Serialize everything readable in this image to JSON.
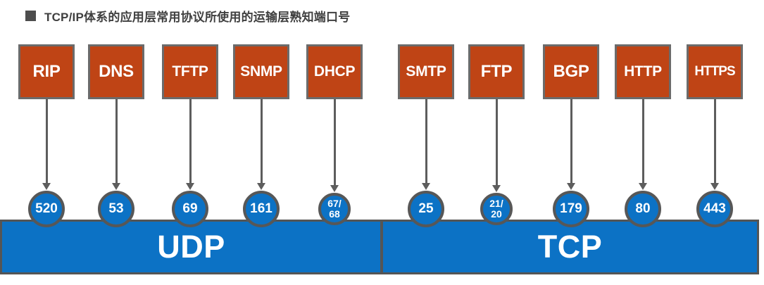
{
  "title": {
    "bullet_icon": "square-bullet-icon",
    "text": "TCP/IP体系的应用层常用协议所使用的运输层熟知端口号"
  },
  "colors": {
    "protocol_box_fill": "#bf4415",
    "protocol_box_border": "#6b6b6b",
    "circle_fill": "#0c72c5",
    "circle_border": "#575757",
    "bar_fill": "#0c72c5",
    "bar_border": "#555555",
    "arrow": "#5d5d5d",
    "title_text": "#3f3f3f",
    "background": "#ffffff"
  },
  "layers": [
    {
      "name": "UDP",
      "label": "UDP"
    },
    {
      "name": "TCP",
      "label": "TCP"
    }
  ],
  "protocols": [
    {
      "name": "RIP",
      "label": "RIP",
      "port": "520",
      "port_lines": [
        "520"
      ],
      "transport": "UDP"
    },
    {
      "name": "DNS",
      "label": "DNS",
      "port": "53",
      "port_lines": [
        "53"
      ],
      "transport": "UDP"
    },
    {
      "name": "TFTP",
      "label": "TFTP",
      "port": "69",
      "port_lines": [
        "69"
      ],
      "transport": "UDP"
    },
    {
      "name": "SNMP",
      "label": "SNMP",
      "port": "161",
      "port_lines": [
        "161"
      ],
      "transport": "UDP"
    },
    {
      "name": "DHCP",
      "label": "DHCP",
      "port": "67/68",
      "port_lines": [
        "67/",
        "68"
      ],
      "transport": "UDP"
    },
    {
      "name": "SMTP",
      "label": "SMTP",
      "port": "25",
      "port_lines": [
        "25"
      ],
      "transport": "TCP"
    },
    {
      "name": "FTP",
      "label": "FTP",
      "port": "21/20",
      "port_lines": [
        "21/",
        "20"
      ],
      "transport": "TCP"
    },
    {
      "name": "BGP",
      "label": "BGP",
      "port": "179",
      "port_lines": [
        "179"
      ],
      "transport": "TCP"
    },
    {
      "name": "HTTP",
      "label": "HTTP",
      "port": "80",
      "port_lines": [
        "80"
      ],
      "transport": "TCP"
    },
    {
      "name": "HTTPS",
      "label": "HTTPS",
      "port": "443",
      "port_lines": [
        "443"
      ],
      "transport": "TCP"
    }
  ]
}
